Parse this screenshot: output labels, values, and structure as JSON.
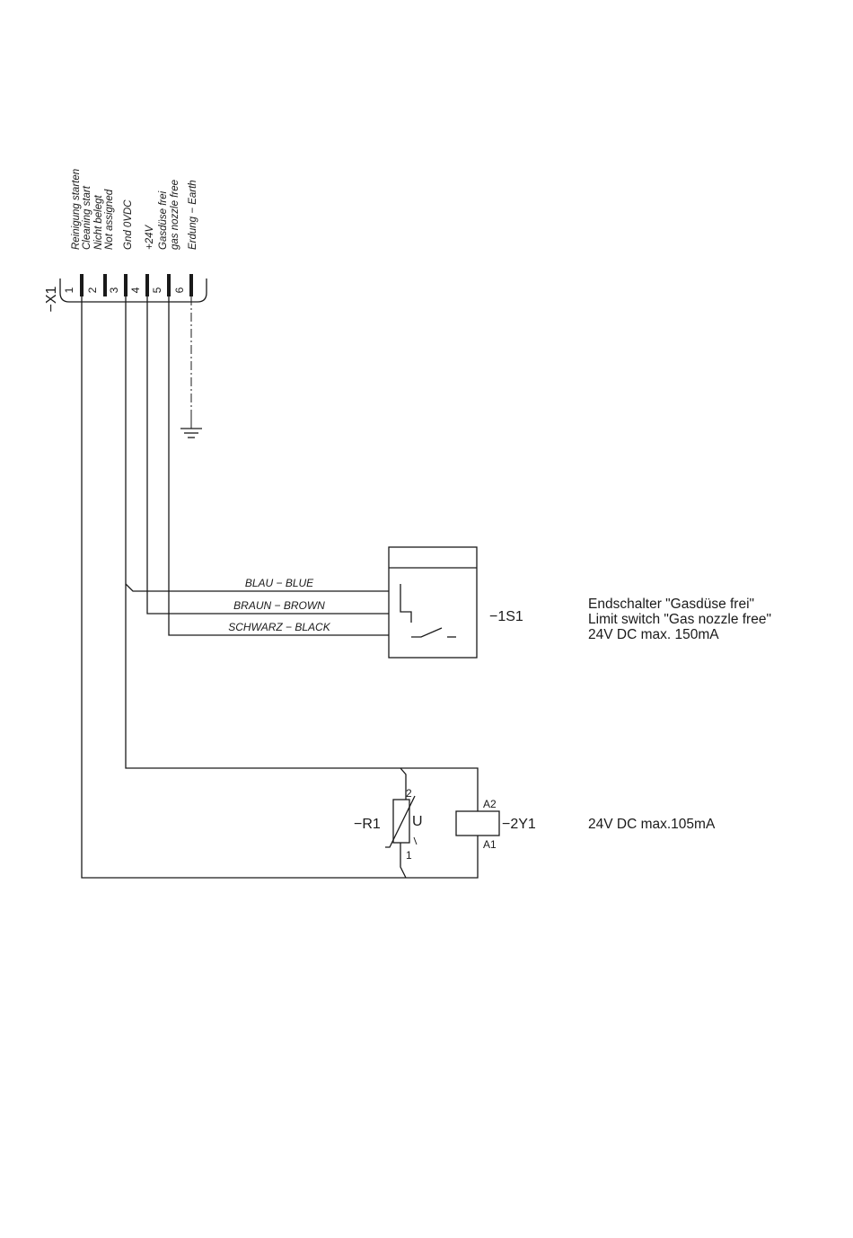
{
  "connector": {
    "ref": "−X1",
    "pins": [
      {
        "number": "1",
        "labels": [
          "Reinigung starten",
          "Cleaning start"
        ]
      },
      {
        "number": "2",
        "labels": [
          "Nicht belegt",
          "Not assigned"
        ]
      },
      {
        "number": "3",
        "labels": [
          "Gnd 0VDC"
        ]
      },
      {
        "number": "4",
        "labels": [
          "+24V"
        ]
      },
      {
        "number": "5",
        "labels": [
          "Gasdüse frei",
          "gas nozzle free"
        ]
      },
      {
        "number": "6",
        "labels": [
          "Erdung − Earth"
        ]
      }
    ]
  },
  "wires": {
    "blue": "BLAU − BLUE",
    "brown": "BRAUN − BROWN",
    "black": "SCHWARZ − BLACK"
  },
  "switch": {
    "ref": "−1S1",
    "notes": [
      "Endschalter \"Gasdüse frei\"",
      "Limit switch \"Gas nozzle free\"",
      "24V DC max. 150mA"
    ]
  },
  "varistor": {
    "ref": "−R1",
    "symbol": "U",
    "pin_top": "2",
    "pin_bottom": "1"
  },
  "valve": {
    "ref": "−2Y1",
    "pin_top": "A2",
    "pin_bottom": "A1",
    "note": "24V DC max.105mA"
  }
}
